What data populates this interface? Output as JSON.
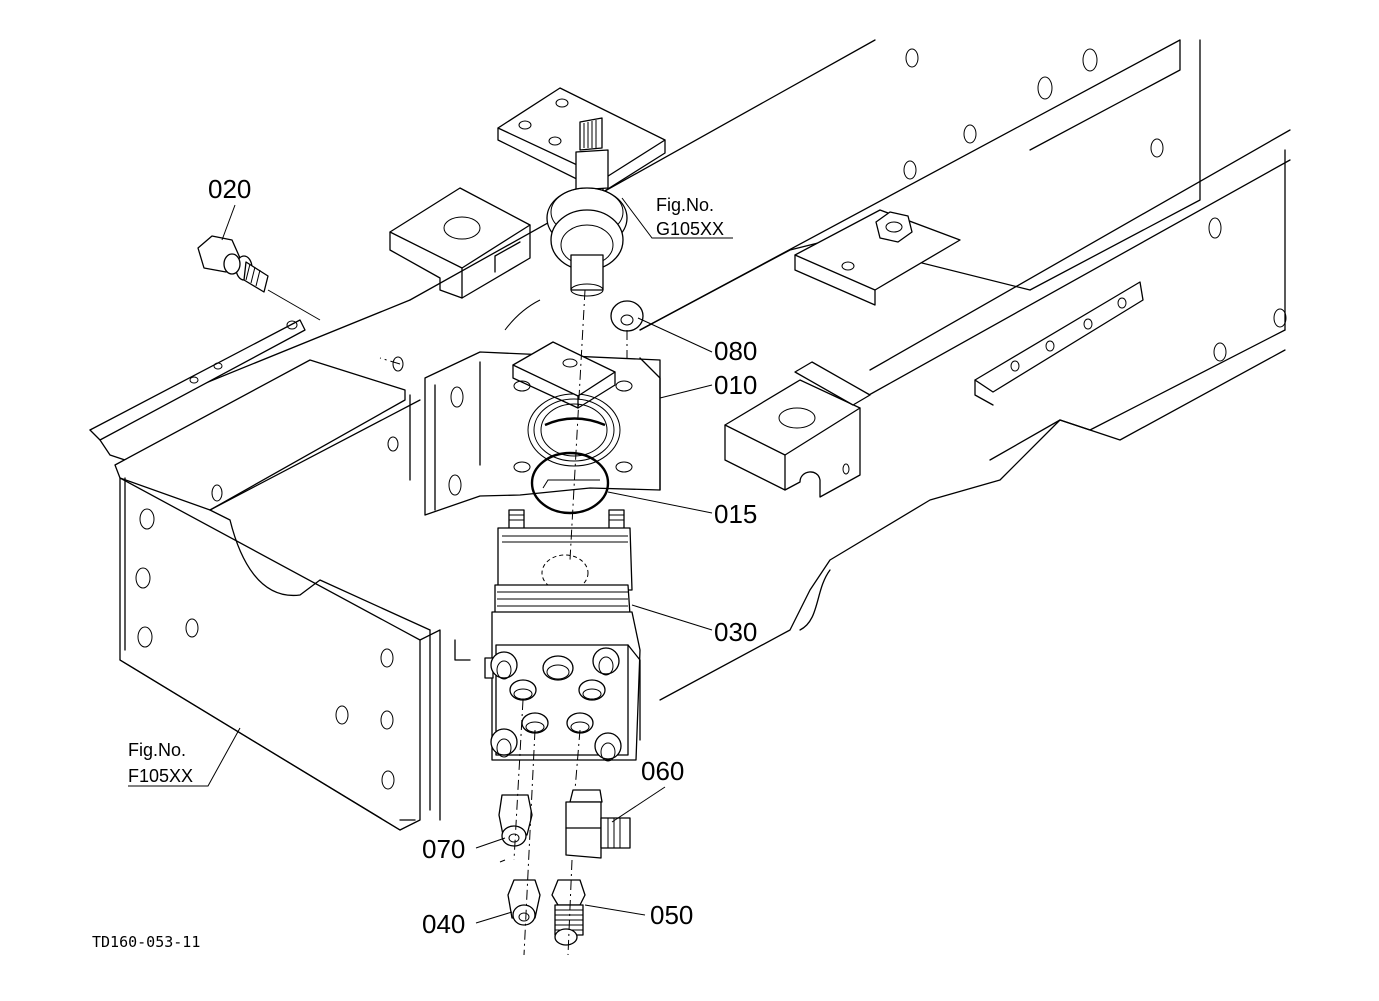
{
  "diagram": {
    "type": "exploded-parts-illustration",
    "drawing_code": "TD160-053-11",
    "figure_references": [
      {
        "label": "Fig.No.",
        "number": "G105XX"
      },
      {
        "label": "Fig.No.",
        "number": "F105XX"
      }
    ],
    "callouts": [
      {
        "id": "020",
        "part": "bolt with washers"
      },
      {
        "id": "080",
        "part": "cap / plug"
      },
      {
        "id": "010",
        "part": "pump mounting bracket"
      },
      {
        "id": "015",
        "part": "o-ring"
      },
      {
        "id": "030",
        "part": "hydraulic gear pump"
      },
      {
        "id": "060",
        "part": "elbow fitting"
      },
      {
        "id": "070",
        "part": "straight fitting"
      },
      {
        "id": "040",
        "part": "adapter fitting"
      },
      {
        "id": "050",
        "part": "threaded adapter"
      }
    ]
  }
}
